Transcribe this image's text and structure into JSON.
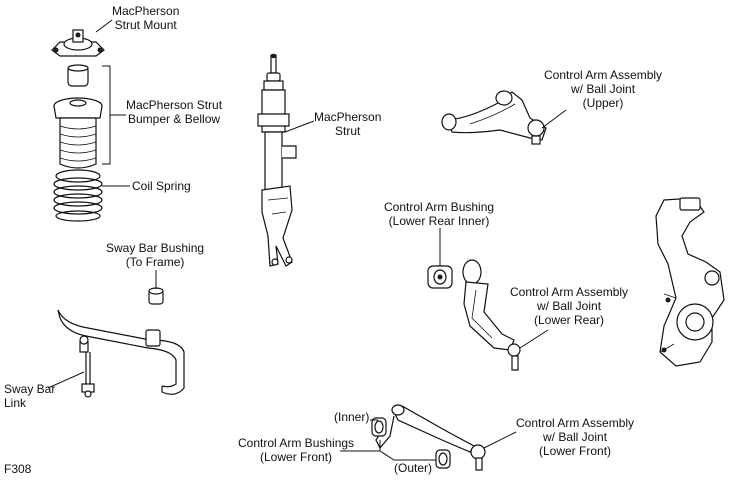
{
  "figure_code": "F308",
  "labels": {
    "strut_mount": [
      "MacPherson",
      "Strut Mount"
    ],
    "bumper_bellow": [
      "MacPherson Strut",
      "Bumper & Bellow"
    ],
    "coil_spring": [
      "Coil Spring"
    ],
    "strut": [
      "MacPherson",
      "Strut"
    ],
    "ca_upper": [
      "Control Arm Assembly",
      "w/ Ball Joint",
      "(Upper)"
    ],
    "bushing_lower_rear": [
      "Control Arm Bushing",
      "(Lower Rear Inner)"
    ],
    "ca_lower_rear": [
      "Control Arm Assembly",
      "w/ Ball Joint",
      "(Lower Rear)"
    ],
    "sway_bushing": [
      "Sway Bar Bushing",
      "(To Frame)"
    ],
    "sway_link": [
      "Sway Bar",
      "Link"
    ],
    "inner": [
      "(Inner)"
    ],
    "bushings_lower_front": [
      "Control Arm Bushings",
      "(Lower Front)"
    ],
    "outer": [
      "(Outer)"
    ],
    "ca_lower_front": [
      "Control Arm Assembly",
      "w/ Ball Joint",
      "(Lower Front)"
    ]
  }
}
